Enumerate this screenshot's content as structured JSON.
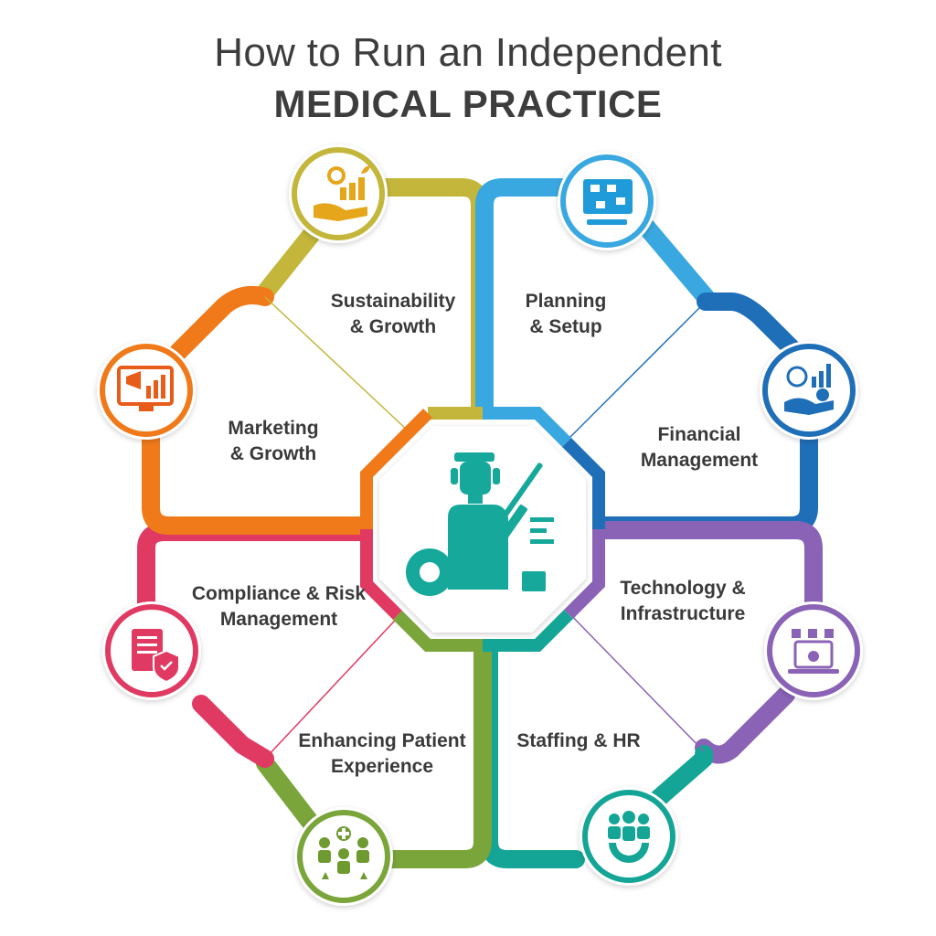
{
  "title": {
    "line1": "How to Run an Independent",
    "line2": "MEDICAL PRACTICE"
  },
  "center_icon": "doctor-with-syringe-and-gear-icon",
  "segments": [
    {
      "id": "sustainability",
      "line1": "Sustainability",
      "line2": "& Growth",
      "color": "#c3b63a",
      "icon": "hand-growth-chart-icon"
    },
    {
      "id": "planning",
      "line1": "Planning",
      "line2": "& Setup",
      "color": "#3aa8e0",
      "icon": "blueprint-plan-icon"
    },
    {
      "id": "financial",
      "line1": "Financial",
      "line2": "Management",
      "color": "#1f6fb8",
      "icon": "hand-dollar-chart-icon"
    },
    {
      "id": "technology",
      "line1": "Technology &",
      "line2": "Infrastructure",
      "color": "#8a63b6",
      "icon": "network-computer-icon"
    },
    {
      "id": "staffing",
      "line1": "Staffing & HR",
      "line2": "",
      "color": "#14a596",
      "icon": "team-gear-icon"
    },
    {
      "id": "patient",
      "line1": "Enhancing Patient",
      "line2": "Experience",
      "color": "#7aa53a",
      "icon": "patients-group-icon"
    },
    {
      "id": "compliance",
      "line1": "Compliance & Risk",
      "line2": "Management",
      "color": "#e03a62",
      "icon": "document-shield-icon"
    },
    {
      "id": "marketing",
      "line1": "Marketing",
      "line2": "& Growth",
      "color": "#f07a1a",
      "icon": "megaphone-monitor-icon"
    }
  ]
}
